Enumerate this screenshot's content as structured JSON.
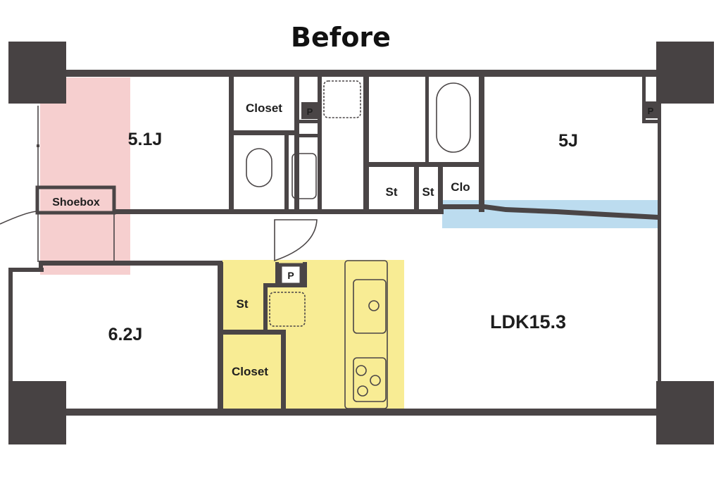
{
  "title": "Before",
  "rooms": {
    "bedroom_upper_left": "5.1J",
    "bedroom_upper_right": "5J",
    "bedroom_lower_left": "6.2J",
    "ldk": "LDK15.3"
  },
  "labels": {
    "closet_top": "Closet",
    "closet_bottom": "Closet",
    "shoebox": "Shoebox",
    "st_a": "St",
    "st_b": "St",
    "st_c": "St",
    "clo": "Clo",
    "p_a": "P",
    "p_b": "P",
    "p_c": "P"
  },
  "colors": {
    "wall": "#4a4546",
    "column": "#474243",
    "highlight_pink": "#f6cfcf",
    "highlight_blue": "#bcdcef",
    "highlight_yellow": "#f8ec94"
  }
}
